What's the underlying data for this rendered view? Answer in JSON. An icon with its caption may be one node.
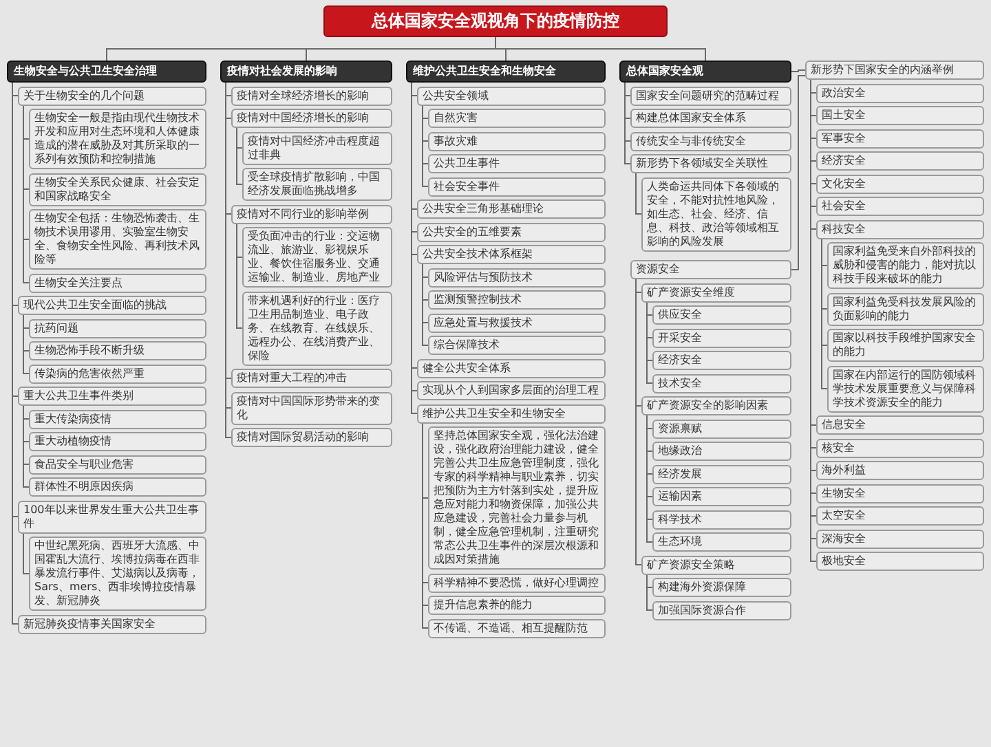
{
  "diagram": {
    "nodes": [
      {
        "text": [
          "总体国家安全观视角下的疫情防控"
        ]
      },
      {
        "text": [
          "生物安全与公共卫生安全治理"
        ]
      },
      {
        "text": [
          "关于生物安全的几个问题"
        ]
      },
      {
        "text": [
          "生物安全一般是指由现代生物技术开发和应用对生态环境和人体健康造成的潜在威胁及对其所采取的一系列有效预防和控制措施"
        ]
      },
      {
        "text": [
          "生物安全关系民众健康、社会安定和国家战略安全"
        ]
      },
      {
        "text": [
          "生物安全包括：生物恐怖袭击、生物技术误用谬用、实验室生物安全、食物安全性风险、再利技术风险等"
        ]
      },
      {
        "text": [
          "生物安全关注要点"
        ]
      },
      {
        "text": [
          "现代公共卫生安全面临的挑战"
        ]
      },
      {
        "text": [
          "抗药问题"
        ]
      },
      {
        "text": [
          "生物恐怖手段不断升级"
        ]
      },
      {
        "text": [
          "传染病的危害依然严重"
        ]
      },
      {
        "text": [
          "重大公共卫生事件类别"
        ]
      },
      {
        "text": [
          "重大传染病疫情"
        ]
      },
      {
        "text": [
          "重大动植物疫情"
        ]
      },
      {
        "text": [
          "食品安全与职业危害"
        ]
      },
      {
        "text": [
          "群体性不明原因疾病"
        ]
      },
      {
        "text": [
          "100年以来世界发生重大公共卫生事件"
        ]
      },
      {
        "text": [
          "中世纪黑死病、西班牙大流感、中国霍乱大流行、埃博拉病毒在西非暴发流行事件、艾滋病以及病毒，Sars、mers、西非埃博拉疫情暴发、新冠肺炎"
        ]
      },
      {
        "text": [
          "新冠肺炎疫情事关国家安全"
        ]
      },
      {
        "text": [
          "疫情对社会发展的影响"
        ]
      },
      {
        "text": [
          "疫情对全球经济增长的影响"
        ]
      },
      {
        "text": [
          "疫情对中国经济增长的影响"
        ]
      },
      {
        "text": [
          "疫情对中国经济冲击程度超过非典"
        ]
      },
      {
        "text": [
          "受全球疫情扩散影响，中国经济发展面临挑战增多"
        ]
      },
      {
        "text": [
          "疫情对不同行业的影响举例"
        ]
      },
      {
        "text": [
          "受负面冲击的行业：交运物流业、旅游业、影视娱乐业、餐饮住宿服务业、交通运输业、制造业、房地产业"
        ]
      },
      {
        "text": [
          "带来机遇利好的行业：医疗卫生用品制造业、电子政务、在线教育、在线娱乐、远程办公、在线消费产业、保险"
        ]
      },
      {
        "text": [
          "疫情对重大工程的冲击"
        ]
      },
      {
        "text": [
          "疫情对中国国际形势带来的变化"
        ]
      },
      {
        "text": [
          "疫情对国际贸易活动的影响"
        ]
      },
      {
        "text": [
          "维护公共卫生安全和生物安全"
        ]
      },
      {
        "text": [
          "公共安全领域"
        ]
      },
      {
        "text": [
          "自然灾害"
        ]
      },
      {
        "text": [
          "事故灾难"
        ]
      },
      {
        "text": [
          "公共卫生事件"
        ]
      },
      {
        "text": [
          "社会安全事件"
        ]
      },
      {
        "text": [
          "公共安全三角形基础理论"
        ]
      },
      {
        "text": [
          "公共安全的五维要素"
        ]
      },
      {
        "text": [
          "公共安全技术体系框架"
        ]
      },
      {
        "text": [
          "风险评估与预防技术"
        ]
      },
      {
        "text": [
          "监测预警控制技术"
        ]
      },
      {
        "text": [
          "应急处置与救援技术"
        ]
      },
      {
        "text": [
          "综合保障技术"
        ]
      },
      {
        "text": [
          "健全公共安全体系"
        ]
      },
      {
        "text": [
          "实现从个人到国家多层面的治理工程"
        ]
      },
      {
        "text": [
          "维护公共卫生安全和生物安全"
        ]
      },
      {
        "text": [
          "坚持总体国家安全观，强化法治建设，强化政府治理能力建设，健全完善公共卫生应急管理制度，强化专家的科学精神与职业素养，切实把预防为主方针落到实处，提升应急应对能力和物资保障，加强公共应急建设，完善社会力量参与机制，健全应急管理机制，注重研究常态公共卫生事件的深层次根源和成因对策措施"
        ]
      },
      {
        "text": [
          "科学精神不要恐慌，做好心理调控"
        ]
      },
      {
        "text": [
          "提升信息素养的能力"
        ]
      },
      {
        "text": [
          "不传谣、不造谣、相互提醒防范"
        ]
      },
      {
        "text": [
          "总体国家安全观"
        ]
      },
      {
        "text": [
          "国家安全问题研究的范畴过程"
        ]
      },
      {
        "text": [
          "构建总体国家安全体系"
        ]
      },
      {
        "text": [
          "传统安全与非传统安全"
        ]
      },
      {
        "text": [
          "新形势下国家安全的内涵举例"
        ]
      },
      {
        "text": [
          "政治安全"
        ]
      },
      {
        "text": [
          "国土安全"
        ]
      },
      {
        "text": [
          "军事安全"
        ]
      },
      {
        "text": [
          "经济安全"
        ]
      },
      {
        "text": [
          "文化安全"
        ]
      },
      {
        "text": [
          "社会安全"
        ]
      },
      {
        "text": [
          "科技安全"
        ]
      },
      {
        "text": [
          "国家利益免受来自外部科技的威胁和侵害的能力，能对抗以科技手段来破坏的能力"
        ]
      },
      {
        "text": [
          "国家利益免受科技发展风险的负面影响的能力"
        ]
      },
      {
        "text": [
          "国家以科技手段维护国家安全的能力"
        ]
      },
      {
        "text": [
          "国家在内部运行的国防领域科学技术发展重要意义与保障科学技术资源安全的能力"
        ]
      },
      {
        "text": [
          "信息安全"
        ]
      },
      {
        "text": [
          "资源安全"
        ]
      },
      {
        "text": [
          "矿产资源安全维度"
        ]
      },
      {
        "text": [
          "供应安全"
        ]
      },
      {
        "text": [
          "开采安全"
        ]
      },
      {
        "text": [
          "经济安全"
        ]
      },
      {
        "text": [
          "技术安全"
        ]
      },
      {
        "text": [
          "矿产资源安全的影响因素"
        ]
      },
      {
        "text": [
          "资源禀赋"
        ]
      },
      {
        "text": [
          "地缘政治"
        ]
      },
      {
        "text": [
          "经济发展"
        ]
      },
      {
        "text": [
          "运输因素"
        ]
      },
      {
        "text": [
          "科学技术"
        ]
      },
      {
        "text": [
          "生态环境"
        ]
      },
      {
        "text": [
          "矿产资源安全策略"
        ]
      },
      {
        "text": [
          "构建海外资源保障"
        ]
      },
      {
        "text": [
          "加强国际资源合作"
        ]
      },
      {
        "text": [
          "核安全"
        ]
      },
      {
        "text": [
          "海外利益"
        ]
      },
      {
        "text": [
          "生物安全"
        ]
      },
      {
        "text": [
          "太空安全"
        ]
      },
      {
        "text": [
          "深海安全"
        ]
      },
      {
        "text": [
          "极地安全"
        ]
      },
      {
        "text": [
          "新形势下各领域安全关联性"
        ]
      },
      {
        "text": [
          "人类命运共同体下各领域的安全，不能对抗性地风险，如生态、社会、经济、信息、科技、政治等领域相互影响的风险发展"
        ]
      }
    ],
    "edges": [
      {
        "from": 0,
        "to": 1,
        "arrow": "none"
      },
      {
        "from": 0,
        "to": 19,
        "arrow": "none"
      },
      {
        "from": 0,
        "to": 30,
        "arrow": "none"
      },
      {
        "from": 0,
        "to": 50,
        "arrow": "none"
      },
      {
        "from": 1,
        "to": 2,
        "arrow": "none"
      },
      {
        "from": 1,
        "to": 7,
        "arrow": "none"
      },
      {
        "from": 1,
        "to": 11,
        "arrow": "none"
      },
      {
        "from": 1,
        "to": 16,
        "arrow": "none"
      },
      {
        "from": 1,
        "to": 18,
        "arrow": "none"
      },
      {
        "from": 2,
        "to": 3,
        "arrow": "none"
      },
      {
        "from": 2,
        "to": 4,
        "arrow": "none"
      },
      {
        "from": 2,
        "to": 5,
        "arrow": "none"
      },
      {
        "from": 2,
        "to": 6,
        "arrow": "none"
      },
      {
        "from": 7,
        "to": 8,
        "arrow": "none"
      },
      {
        "from": 7,
        "to": 9,
        "arrow": "none"
      },
      {
        "from": 7,
        "to": 10,
        "arrow": "none"
      },
      {
        "from": 11,
        "to": 12,
        "arrow": "none"
      },
      {
        "from": 11,
        "to": 13,
        "arrow": "none"
      },
      {
        "from": 11,
        "to": 14,
        "arrow": "none"
      },
      {
        "from": 11,
        "to": 15,
        "arrow": "none"
      },
      {
        "from": 16,
        "to": 17,
        "arrow": "none"
      },
      {
        "from": 19,
        "to": 20,
        "arrow": "none"
      },
      {
        "from": 19,
        "to": 21,
        "arrow": "none"
      },
      {
        "from": 19,
        "to": 24,
        "arrow": "none"
      },
      {
        "from": 19,
        "to": 27,
        "arrow": "none"
      },
      {
        "from": 19,
        "to": 28,
        "arrow": "none"
      },
      {
        "from": 19,
        "to": 29,
        "arrow": "none"
      },
      {
        "from": 21,
        "to": 22,
        "arrow": "none"
      },
      {
        "from": 21,
        "to": 23,
        "arrow": "none"
      },
      {
        "from": 24,
        "to": 25,
        "arrow": "none"
      },
      {
        "from": 24,
        "to": 26,
        "arrow": "none"
      },
      {
        "from": 30,
        "to": 31,
        "arrow": "none"
      },
      {
        "from": 30,
        "to": 36,
        "arrow": "none"
      },
      {
        "from": 30,
        "to": 37,
        "arrow": "none"
      },
      {
        "from": 30,
        "to": 38,
        "arrow": "none"
      },
      {
        "from": 30,
        "to": 43,
        "arrow": "none"
      },
      {
        "from": 30,
        "to": 44,
        "arrow": "none"
      },
      {
        "from": 30,
        "to": 45,
        "arrow": "none"
      },
      {
        "from": 31,
        "to": 32,
        "arrow": "none"
      },
      {
        "from": 31,
        "to": 33,
        "arrow": "none"
      },
      {
        "from": 31,
        "to": 34,
        "arrow": "none"
      },
      {
        "from": 31,
        "to": 35,
        "arrow": "none"
      },
      {
        "from": 38,
        "to": 39,
        "arrow": "none"
      },
      {
        "from": 38,
        "to": 40,
        "arrow": "none"
      },
      {
        "from": 38,
        "to": 41,
        "arrow": "none"
      },
      {
        "from": 38,
        "to": 42,
        "arrow": "none"
      },
      {
        "from": 45,
        "to": 46,
        "arrow": "none"
      },
      {
        "from": 45,
        "to": 47,
        "arrow": "none"
      },
      {
        "from": 45,
        "to": 48,
        "arrow": "none"
      },
      {
        "from": 45,
        "to": 49,
        "arrow": "none"
      },
      {
        "from": 50,
        "to": 51,
        "arrow": "none"
      },
      {
        "from": 50,
        "to": 52,
        "arrow": "none"
      },
      {
        "from": 50,
        "to": 53,
        "arrow": "none"
      },
      {
        "from": 50,
        "to": 54,
        "arrow": "none"
      },
      {
        "from": 50,
        "to": 89,
        "arrow": "none"
      },
      {
        "from": 54,
        "to": 55,
        "arrow": "none"
      },
      {
        "from": 54,
        "to": 56,
        "arrow": "none"
      },
      {
        "from": 54,
        "to": 57,
        "arrow": "none"
      },
      {
        "from": 54,
        "to": 58,
        "arrow": "none"
      },
      {
        "from": 54,
        "to": 59,
        "arrow": "none"
      },
      {
        "from": 54,
        "to": 60,
        "arrow": "none"
      },
      {
        "from": 54,
        "to": 61,
        "arrow": "none"
      },
      {
        "from": 61,
        "to": 62,
        "arrow": "none"
      },
      {
        "from": 61,
        "to": 63,
        "arrow": "none"
      },
      {
        "from": 61,
        "to": 64,
        "arrow": "none"
      },
      {
        "from": 61,
        "to": 65,
        "arrow": "none"
      },
      {
        "from": 54,
        "to": 66,
        "arrow": "none"
      },
      {
        "from": 54,
        "to": 67,
        "arrow": "none"
      },
      {
        "from": 67,
        "to": 68,
        "arrow": "none"
      },
      {
        "from": 68,
        "to": 69,
        "arrow": "none"
      },
      {
        "from": 68,
        "to": 70,
        "arrow": "none"
      },
      {
        "from": 68,
        "to": 71,
        "arrow": "none"
      },
      {
        "from": 68,
        "to": 72,
        "arrow": "none"
      },
      {
        "from": 67,
        "to": 73,
        "arrow": "none"
      },
      {
        "from": 73,
        "to": 74,
        "arrow": "none"
      },
      {
        "from": 73,
        "to": 75,
        "arrow": "none"
      },
      {
        "from": 73,
        "to": 76,
        "arrow": "none"
      },
      {
        "from": 73,
        "to": 77,
        "arrow": "none"
      },
      {
        "from": 73,
        "to": 78,
        "arrow": "none"
      },
      {
        "from": 73,
        "to": 79,
        "arrow": "none"
      },
      {
        "from": 67,
        "to": 80,
        "arrow": "none"
      },
      {
        "from": 80,
        "to": 81,
        "arrow": "none"
      },
      {
        "from": 80,
        "to": 82,
        "arrow": "none"
      },
      {
        "from": 54,
        "to": 83,
        "arrow": "none"
      },
      {
        "from": 54,
        "to": 84,
        "arrow": "none"
      },
      {
        "from": 54,
        "to": 85,
        "arrow": "none"
      },
      {
        "from": 54,
        "to": 86,
        "arrow": "none"
      },
      {
        "from": 54,
        "to": 87,
        "arrow": "none"
      },
      {
        "from": 54,
        "to": 88,
        "arrow": "none"
      },
      {
        "from": 89,
        "to": 90,
        "arrow": "none"
      }
    ]
  }
}
